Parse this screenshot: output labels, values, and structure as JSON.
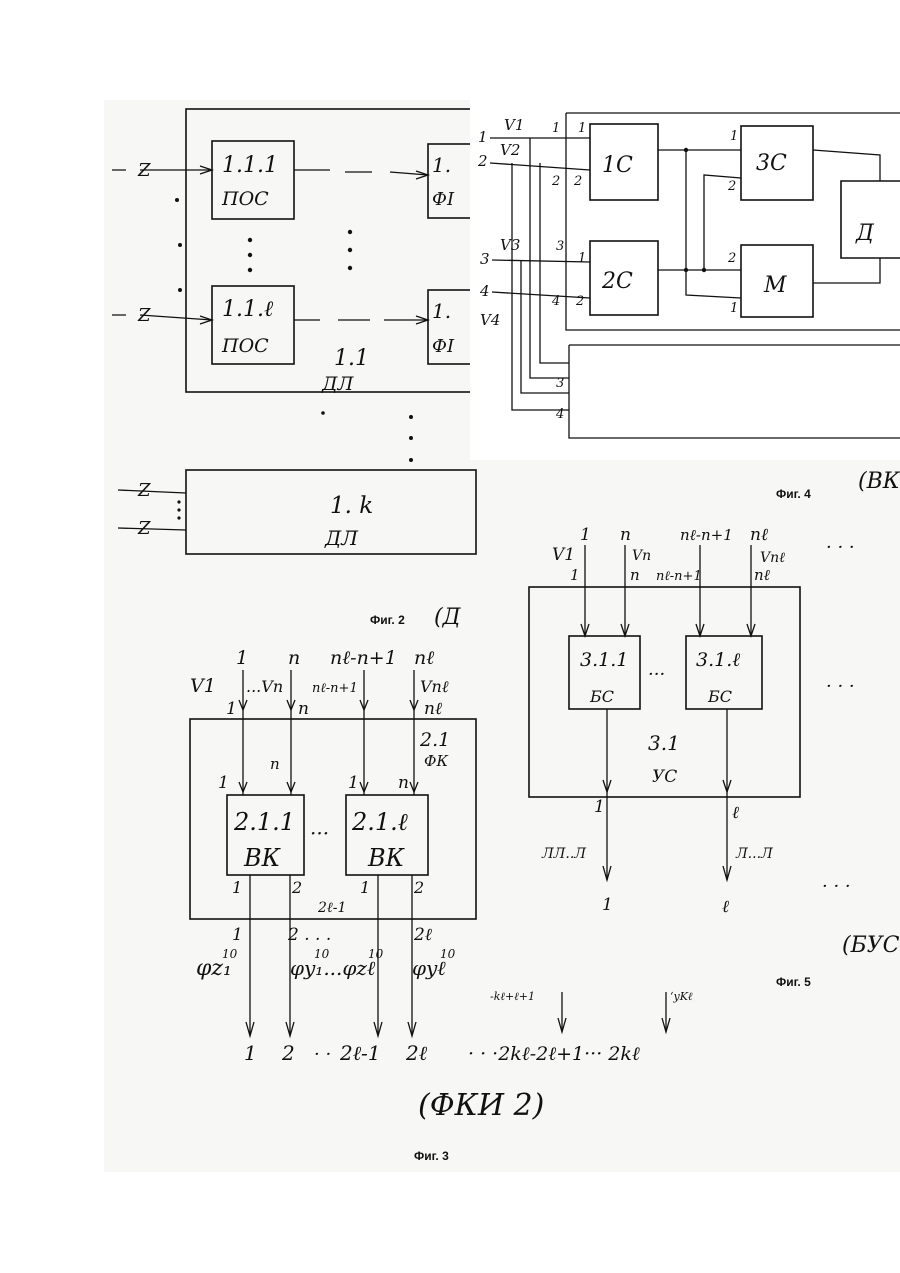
{
  "fig2": {
    "caption": "Фиг. 2",
    "side_note": "(Д",
    "block_top": "1.1.1",
    "block_top_sub": "ПОС",
    "block_bot": "1.1.ℓ",
    "block_bot_sub": "ПОС",
    "out_top": "1.",
    "out_top_sub": "ФІ",
    "out_bot": "1.",
    "out_bot_sub": "ФІ",
    "group_label": "1.1",
    "group_sub": "ДЛ",
    "block_k": "1. k",
    "block_k_sub": "ДЛ",
    "wire_mark": "Z"
  },
  "fig3": {
    "caption": "Фиг. 3",
    "handwritten": "(ФКИ 2)",
    "top_inputs": [
      "1",
      "n",
      "nℓ-n+1",
      "nℓ"
    ],
    "top_v": [
      "V1",
      "...Vn",
      "nℓ-n+1",
      "Vnℓ"
    ],
    "top_row": [
      "1",
      "n",
      "nℓ"
    ],
    "frame_label": "2.1",
    "frame_sub": "ФК",
    "inner_n": "n",
    "inner_marks": [
      "1",
      "1",
      "n"
    ],
    "vk1": "2.1.1",
    "vk1_sub": "ВК",
    "vkl": "2.1.ℓ",
    "vkl_sub": "ВК",
    "out_ports": [
      "1",
      "2",
      "1",
      "2"
    ],
    "out_mid": "2ℓ-1",
    "bottom_row": [
      "1",
      "2 . . .",
      "2ℓ"
    ],
    "phi_labels": [
      "φz₁",
      "φy₁...φzℓ",
      "φyℓ"
    ],
    "phi_sup": "10",
    "final_outputs": [
      "1",
      "2",
      "· ·",
      "2ℓ-1",
      "2ℓ"
    ],
    "right_outputs": "· · ·2kℓ-2ℓ+1··· 2kℓ",
    "cut_text_left": "-kℓ+ℓ+1",
    "cut_text_right": "‘yKℓ"
  },
  "fig4": {
    "caption": "Фиг. 4",
    "side_note": "(ВК",
    "inputs": [
      "1",
      "2",
      "3",
      "4"
    ],
    "v": [
      "V1",
      "V2",
      "V3",
      "V4"
    ],
    "b1": "1С",
    "b2": "2С",
    "b3": "3С",
    "m": "М",
    "d": "Д",
    "pins": [
      "1",
      "2",
      "1",
      "2",
      "3",
      "4",
      "1",
      "2",
      "1",
      "2",
      "1",
      "2",
      "3",
      "4"
    ]
  },
  "fig5": {
    "caption": "Фиг. 5",
    "side_note": "(БУС",
    "top_inputs": [
      "1",
      "n",
      "nℓ-n+1",
      "nℓ"
    ],
    "top_v": [
      "V1",
      "Vn",
      "Vnℓ"
    ],
    "row2": [
      "1",
      "n",
      "nℓ-n+1",
      "nℓ"
    ],
    "bs1": "3.1.1",
    "bs1_sub": "БС",
    "bsl": "3.1.ℓ",
    "bsl_sub": "БС",
    "group": "3.1",
    "group_sub": "УС",
    "out_marks": [
      "1",
      "ℓ"
    ],
    "pulses": [
      "ЛЛ..Л",
      "Л...Л"
    ],
    "final": [
      "1",
      "ℓ"
    ]
  }
}
